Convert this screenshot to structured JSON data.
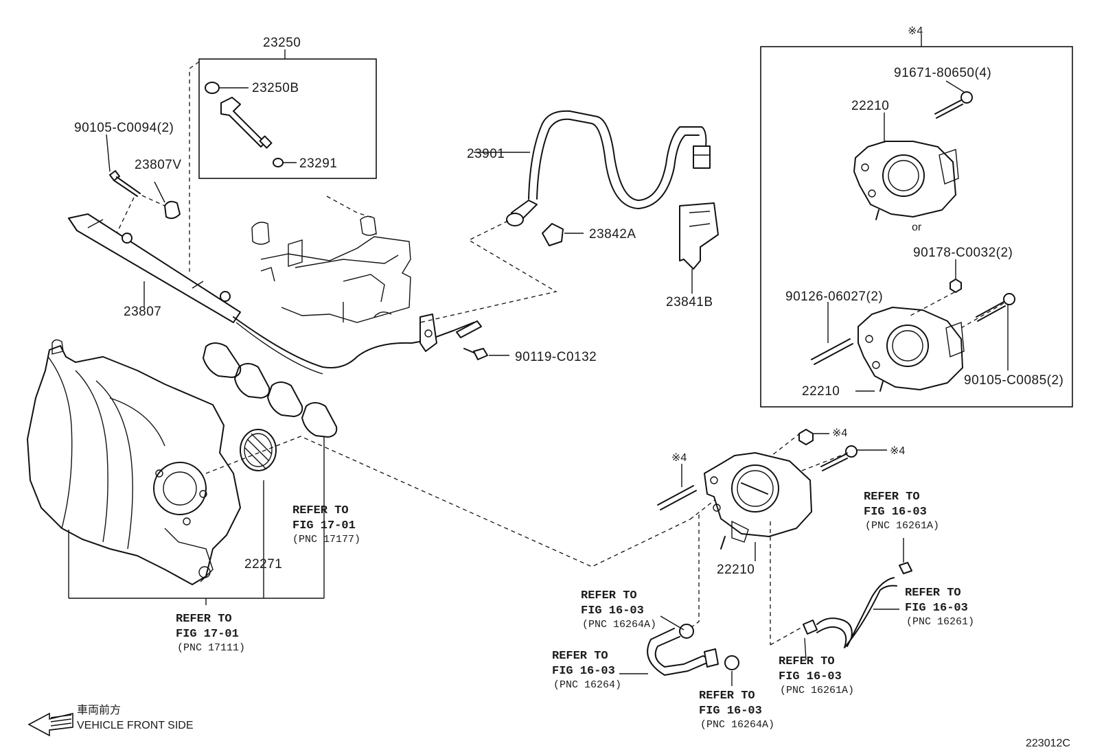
{
  "labels": {
    "p23250": "23250",
    "p23250b": "23250B",
    "p23291": "23291",
    "p90105c0094": "90105-C0094(2)",
    "p23807v": "23807V",
    "p23807": "23807",
    "p23901": "23901",
    "p23842a": "23842A",
    "p23841b": "23841B",
    "p90119c0132": "90119-C0132",
    "p22271": "22271",
    "p22210_main": "22210",
    "note4": "※4",
    "p91671": "91671-80650(4)",
    "p22210_a": "22210",
    "or": "or",
    "p90178": "90178-C0032(2)",
    "p90126": "90126-06027(2)",
    "p22210_b": "22210",
    "p90105c0085": "90105-C0085(2)"
  },
  "refs": {
    "r17177": {
      "l1": "REFER TO",
      "l2": "FIG 17-01",
      "l3": "(PNC 17177)"
    },
    "r17111": {
      "l1": "REFER TO",
      "l2": "FIG 17-01",
      "l3": "(PNC 17111)"
    },
    "r16264a_u": {
      "l1": "REFER TO",
      "l2": "FIG 16-03",
      "l3": "(PNC 16264A)"
    },
    "r16264": {
      "l1": "REFER TO",
      "l2": "FIG 16-03",
      "l3": "(PNC 16264)"
    },
    "r16264a_l": {
      "l1": "REFER TO",
      "l2": "FIG 16-03",
      "l3": "(PNC 16264A)"
    },
    "r16261a_l": {
      "l1": "REFER TO",
      "l2": "FIG 16-03",
      "l3": "(PNC 16261A)"
    },
    "r16261a_u": {
      "l1": "REFER TO",
      "l2": "FIG 16-03",
      "l3": "(PNC 16261A)"
    },
    "r16261": {
      "l1": "REFER TO",
      "l2": "FIG 16-03",
      "l3": "(PNC 16261)"
    }
  },
  "caption": {
    "front_jp": "車両前方",
    "front_en": "VEHICLE FRONT SIDE",
    "figure_id": "223012C"
  }
}
